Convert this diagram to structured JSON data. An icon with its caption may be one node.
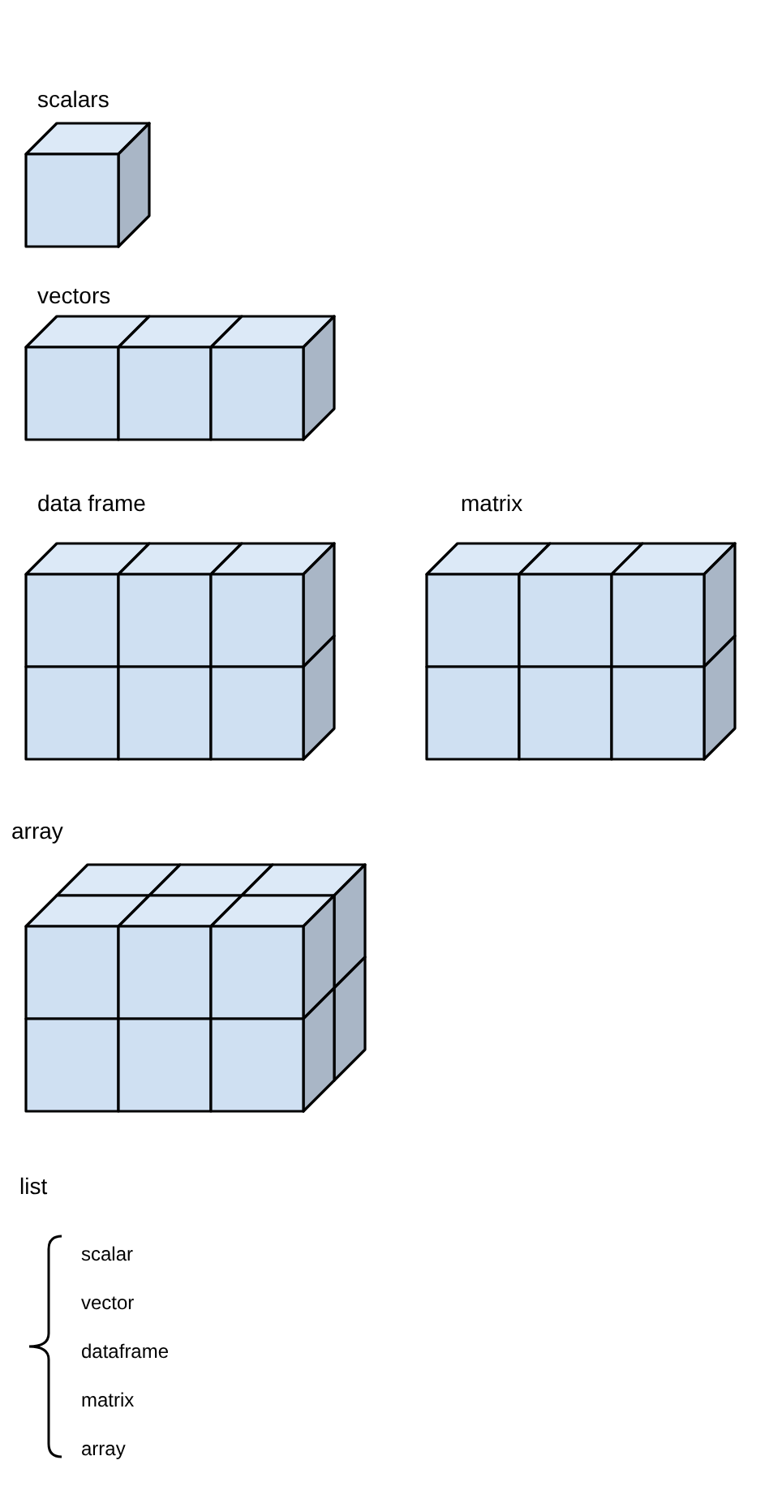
{
  "diagram": {
    "labels": [
      "scalars",
      "vectors",
      "data frame",
      "matrix",
      "array",
      "list",
      "scalar",
      "vector",
      "dataframe",
      "matrix",
      "array"
    ]
  }
}
